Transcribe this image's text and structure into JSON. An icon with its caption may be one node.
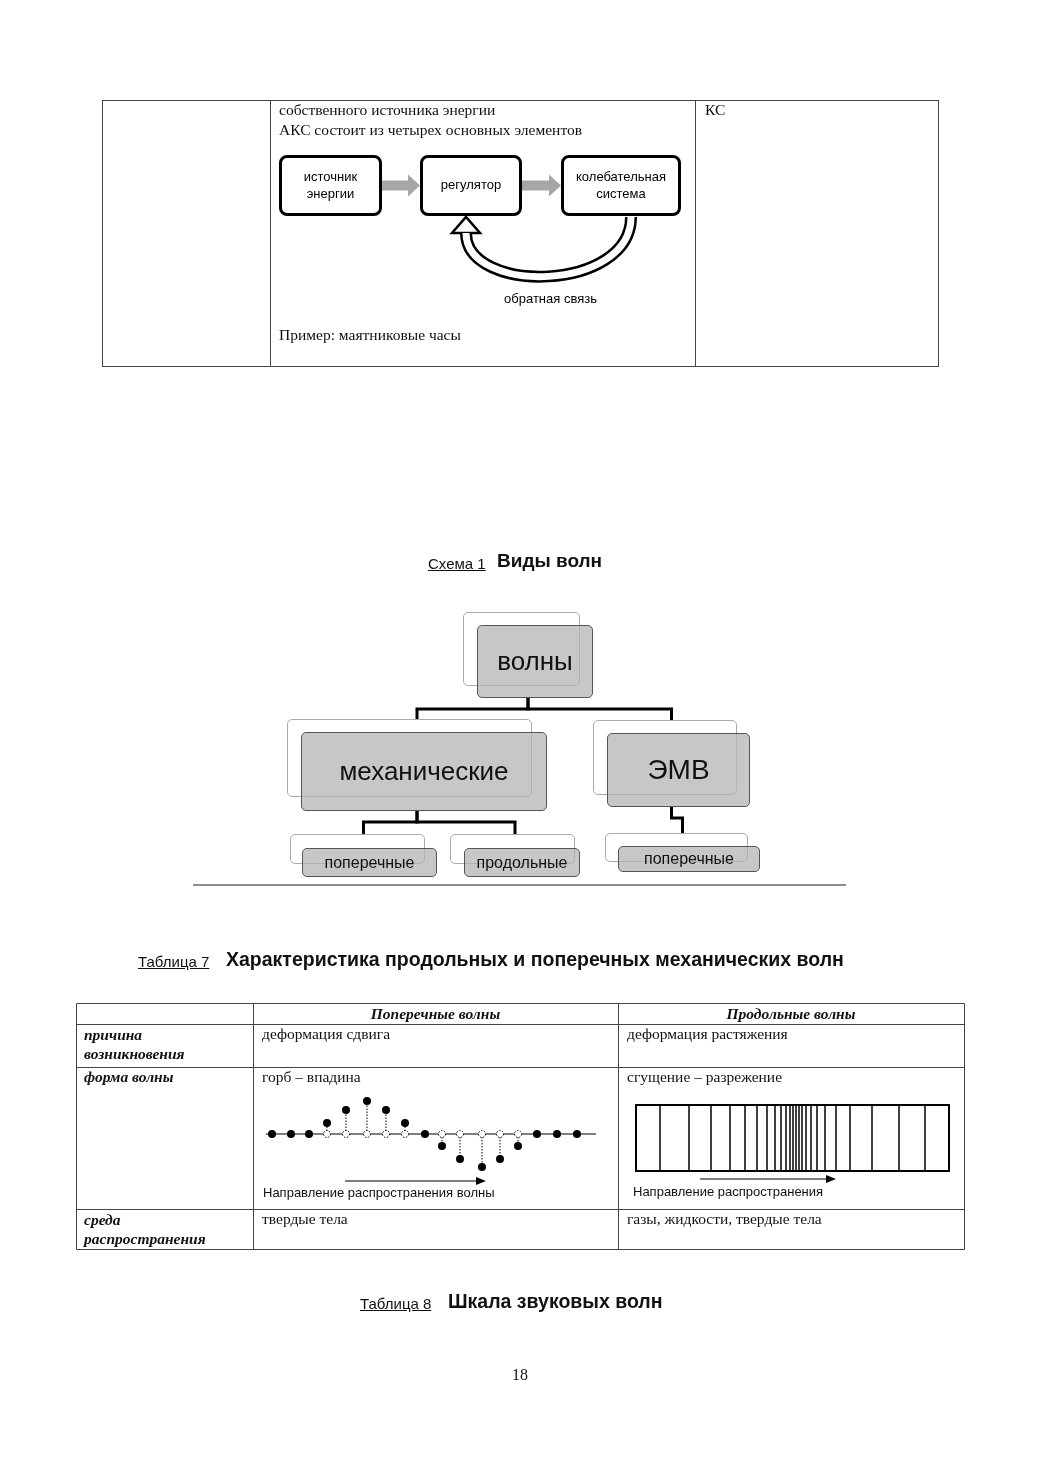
{
  "diagram": {
    "nodes": [
      {
        "text": [
          "источник энергии"
        ]
      },
      {
        "text": [
          "регулятор"
        ]
      },
      {
        "text": [
          "колебательная система"
        ]
      },
      {
        "text": [
          "волны"
        ]
      },
      {
        "text": [
          "механические"
        ]
      },
      {
        "text": [
          "ЭМВ"
        ]
      },
      {
        "text": [
          "поперечные"
        ]
      },
      {
        "text": [
          "продольные"
        ]
      },
      {
        "text": [
          "поперечные"
        ]
      }
    ],
    "edges": [
      {
        "from": 0,
        "to": 1,
        "arrow": "to",
        "style": "thick",
        "color": "#a6a6a6"
      },
      {
        "from": 1,
        "to": 2,
        "arrow": "to",
        "style": "thick",
        "color": "#a6a6a6"
      },
      {
        "from": 2,
        "to": 1,
        "arrow": "to",
        "style": "thick",
        "label": "обратная связь"
      },
      {
        "from": 3,
        "to": 4,
        "arrow": "none"
      },
      {
        "from": 3,
        "to": 5,
        "arrow": "none"
      },
      {
        "from": 4,
        "to": 6,
        "arrow": "none"
      },
      {
        "from": 4,
        "to": 7,
        "arrow": "none"
      },
      {
        "from": 5,
        "to": 8,
        "arrow": "none"
      }
    ],
    "labels": [
      "собственного источника энергии",
      "АКС состоит из четырех основных элементов",
      "КС",
      "Пример: маятниковые часы",
      "Схема 1",
      "Виды волн",
      "Таблица 7",
      "Характеристика продольных и поперечных механических волн",
      "Поперечные волны",
      "Продольные волны",
      "причина возникновения",
      "деформация сдвига",
      "деформация растяжения",
      "форма волны",
      "горб – впадина",
      "сгущение – разрежение",
      "Направление распространения волны",
      "Направление распространения",
      "среда распространения",
      "твердые тела",
      "газы, жидкости, твердые тела",
      "Таблица 8",
      "Шкала звуковых волн",
      "18"
    ]
  }
}
